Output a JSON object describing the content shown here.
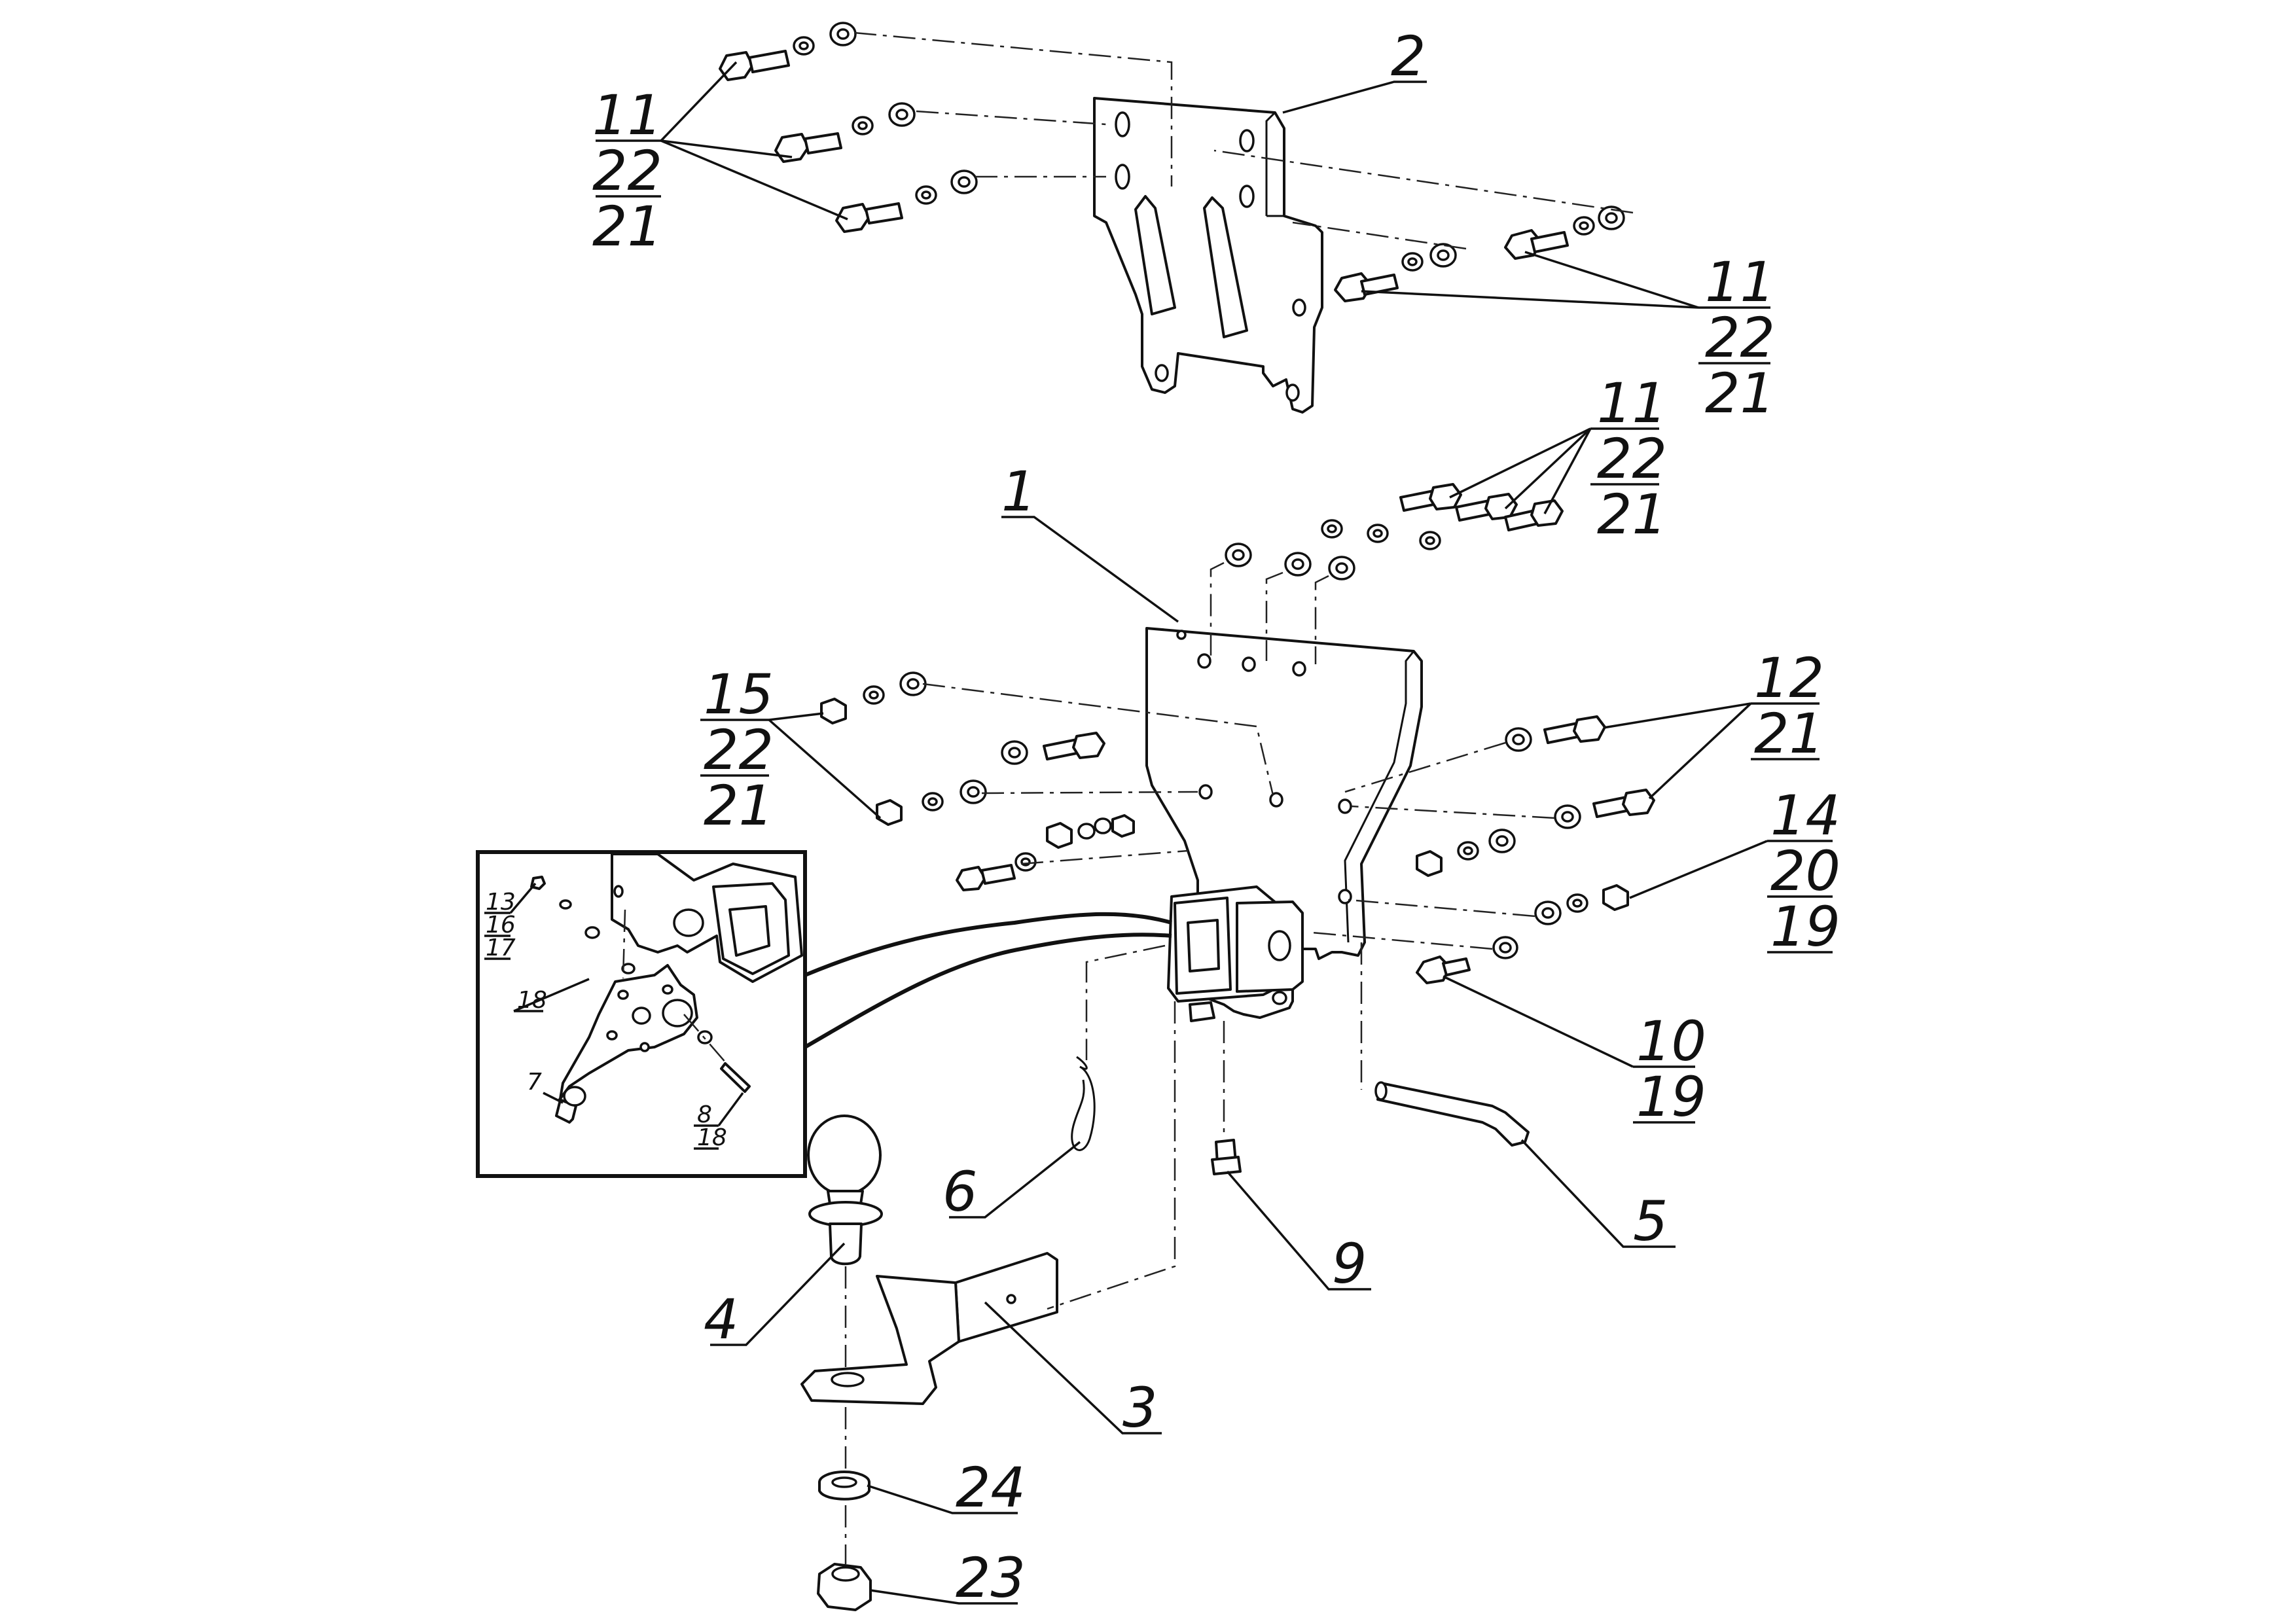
{
  "callouts": {
    "c1": "1",
    "c2": "2",
    "c3": "3",
    "c4": "4",
    "c5": "5",
    "c6": "6",
    "c9": "9",
    "c10": "10",
    "c11a": "11",
    "c11b": "11",
    "c11c": "11",
    "c12": "12",
    "c14": "14",
    "c15": "15",
    "c19a": "19",
    "c19b": "19",
    "c20": "20",
    "c21a": "21",
    "c21b": "21",
    "c21c": "21",
    "c21d": "21",
    "c21e": "21",
    "c22a": "22",
    "c22b": "22",
    "c22c": "22",
    "c22d": "22",
    "c23": "23",
    "c24": "24"
  },
  "inset": {
    "c7": "7",
    "c8": "8",
    "c13": "13",
    "c16": "16",
    "c17": "17",
    "c18a": "18",
    "c18b": "18"
  }
}
